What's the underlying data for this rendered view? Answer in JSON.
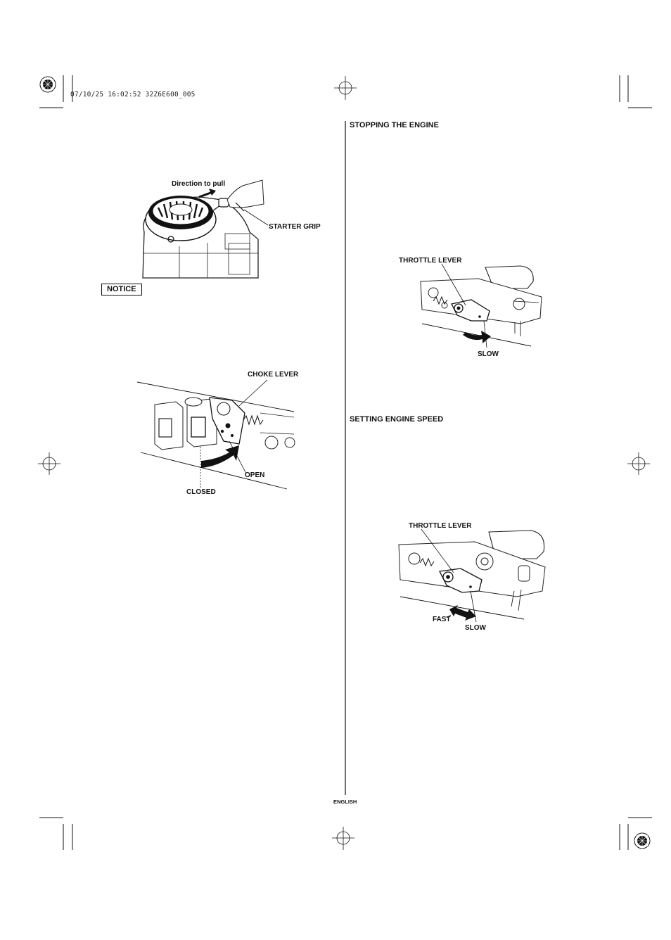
{
  "print_info": {
    "timestamp": "07/10/25 16:02:52 32Z6E600_005"
  },
  "left_column": {
    "starter_figure": {
      "direction_label": "Direction to pull",
      "starter_grip_label": "STARTER GRIP"
    },
    "notice_label": "NOTICE",
    "choke_figure": {
      "choke_lever_label": "CHOKE LEVER",
      "open_label": "OPEN",
      "closed_label": "CLOSED"
    }
  },
  "right_column": {
    "stopping_heading": "STOPPING THE ENGINE",
    "stopping_figure": {
      "throttle_lever_label": "THROTTLE LEVER",
      "slow_label": "SLOW"
    },
    "speed_heading": "SETTING ENGINE SPEED",
    "speed_figure": {
      "throttle_lever_label": "THROTTLE LEVER",
      "fast_label": "FAST",
      "slow_label": "SLOW"
    }
  },
  "footer": {
    "language": "ENGLISH"
  }
}
